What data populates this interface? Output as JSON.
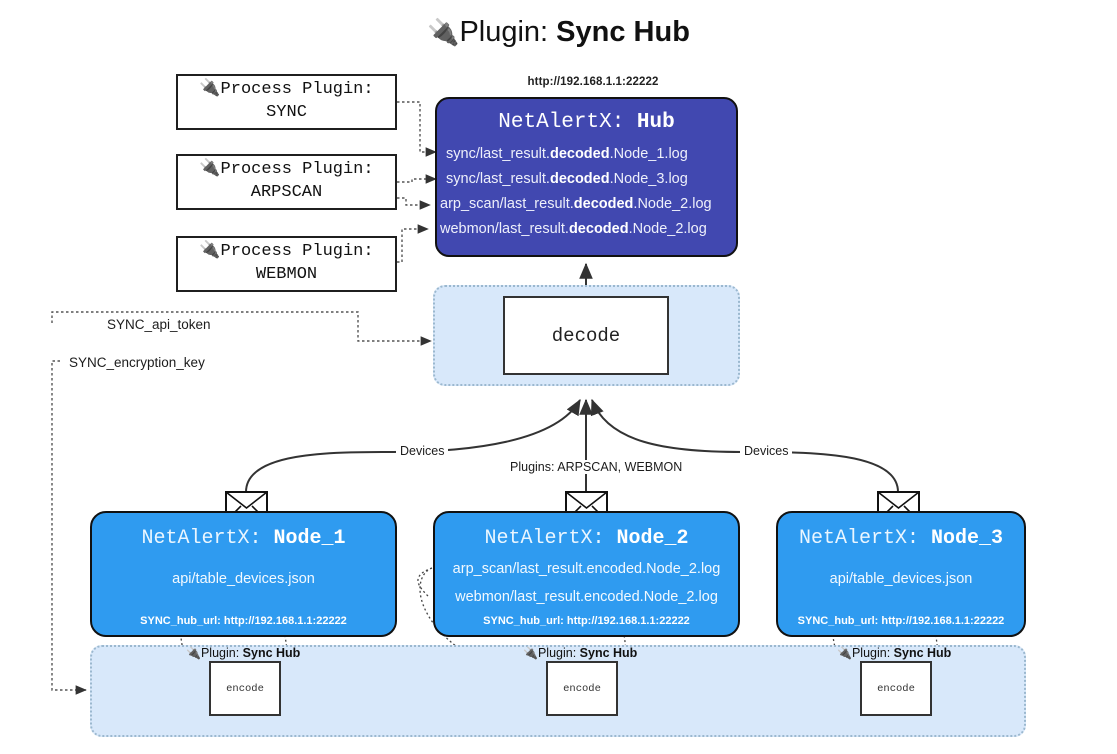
{
  "title": {
    "icon": "plug-icon",
    "glyph": "🔌",
    "prefix": "Plugin: ",
    "name": "Sync Hub"
  },
  "colors": {
    "hub_fill": "#4148b0",
    "node_fill": "#2f9bf0",
    "zone_fill": "#d8e8fa",
    "box_stroke": "#111111",
    "page_bg": "#ffffff"
  },
  "process_plugins": [
    {
      "line1": "🔌Process Plugin:",
      "line2": "SYNC"
    },
    {
      "line1": "🔌Process Plugin:",
      "line2": "ARPSCAN"
    },
    {
      "line1": "🔌Process Plugin:",
      "line2": "WEBMON"
    }
  ],
  "hub": {
    "url": "http://192.168.1.1:22222",
    "title_prefix": "NetAlertX: ",
    "title_name": "Hub",
    "logs": [
      {
        "pre": "sync/last_result.",
        "mid": "decoded",
        "post": ".Node_1.log"
      },
      {
        "pre": "sync/last_result.",
        "mid": "decoded",
        "post": ".Node_3.log"
      },
      {
        "pre": "arp_scan/last_result.",
        "mid": "decoded",
        "post": ".Node_2.log"
      },
      {
        "pre": "webmon/last_result.",
        "mid": "decoded",
        "post": ".Node_2.log"
      }
    ]
  },
  "decode": {
    "label": "decode"
  },
  "keys": {
    "api_token": "SYNC_api_token",
    "encryption_key": "SYNC_encryption_key"
  },
  "edge_labels": {
    "devices_left": "Devices",
    "devices_right": "Devices",
    "plugins_center": "Plugins: ARPSCAN, WEBMON"
  },
  "nodes": [
    {
      "title_prefix": "NetAlertX: ",
      "title_name": "Node_1",
      "icon": "envelope-icon",
      "lines": [
        "api/table_devices.json"
      ],
      "hub_url": "SYNC_hub_url: http://192.168.1.1:22222"
    },
    {
      "title_prefix": "NetAlertX: ",
      "title_name": "Node_2",
      "icon": "envelope-icon",
      "lines": [
        "arp_scan/last_result.encoded.Node_2.log",
        "webmon/last_result.encoded.Node_2.log"
      ],
      "hub_url": "SYNC_hub_url: http://192.168.1.1:22222"
    },
    {
      "title_prefix": "NetAlertX: ",
      "title_name": "Node_3",
      "icon": "envelope-icon",
      "lines": [
        "api/table_devices.json"
      ],
      "hub_url": "SYNC_hub_url: http://192.168.1.1:22222"
    }
  ],
  "encoders": [
    {
      "caption_glyph": "🔌",
      "caption_prefix": "Plugin: ",
      "caption_name": "Sync Hub",
      "label": "encode"
    },
    {
      "caption_glyph": "🔌",
      "caption_prefix": "Plugin: ",
      "caption_name": "Sync Hub",
      "label": "encode"
    },
    {
      "caption_glyph": "🔌",
      "caption_prefix": "Plugin: ",
      "caption_name": "Sync Hub",
      "label": "encode"
    }
  ]
}
